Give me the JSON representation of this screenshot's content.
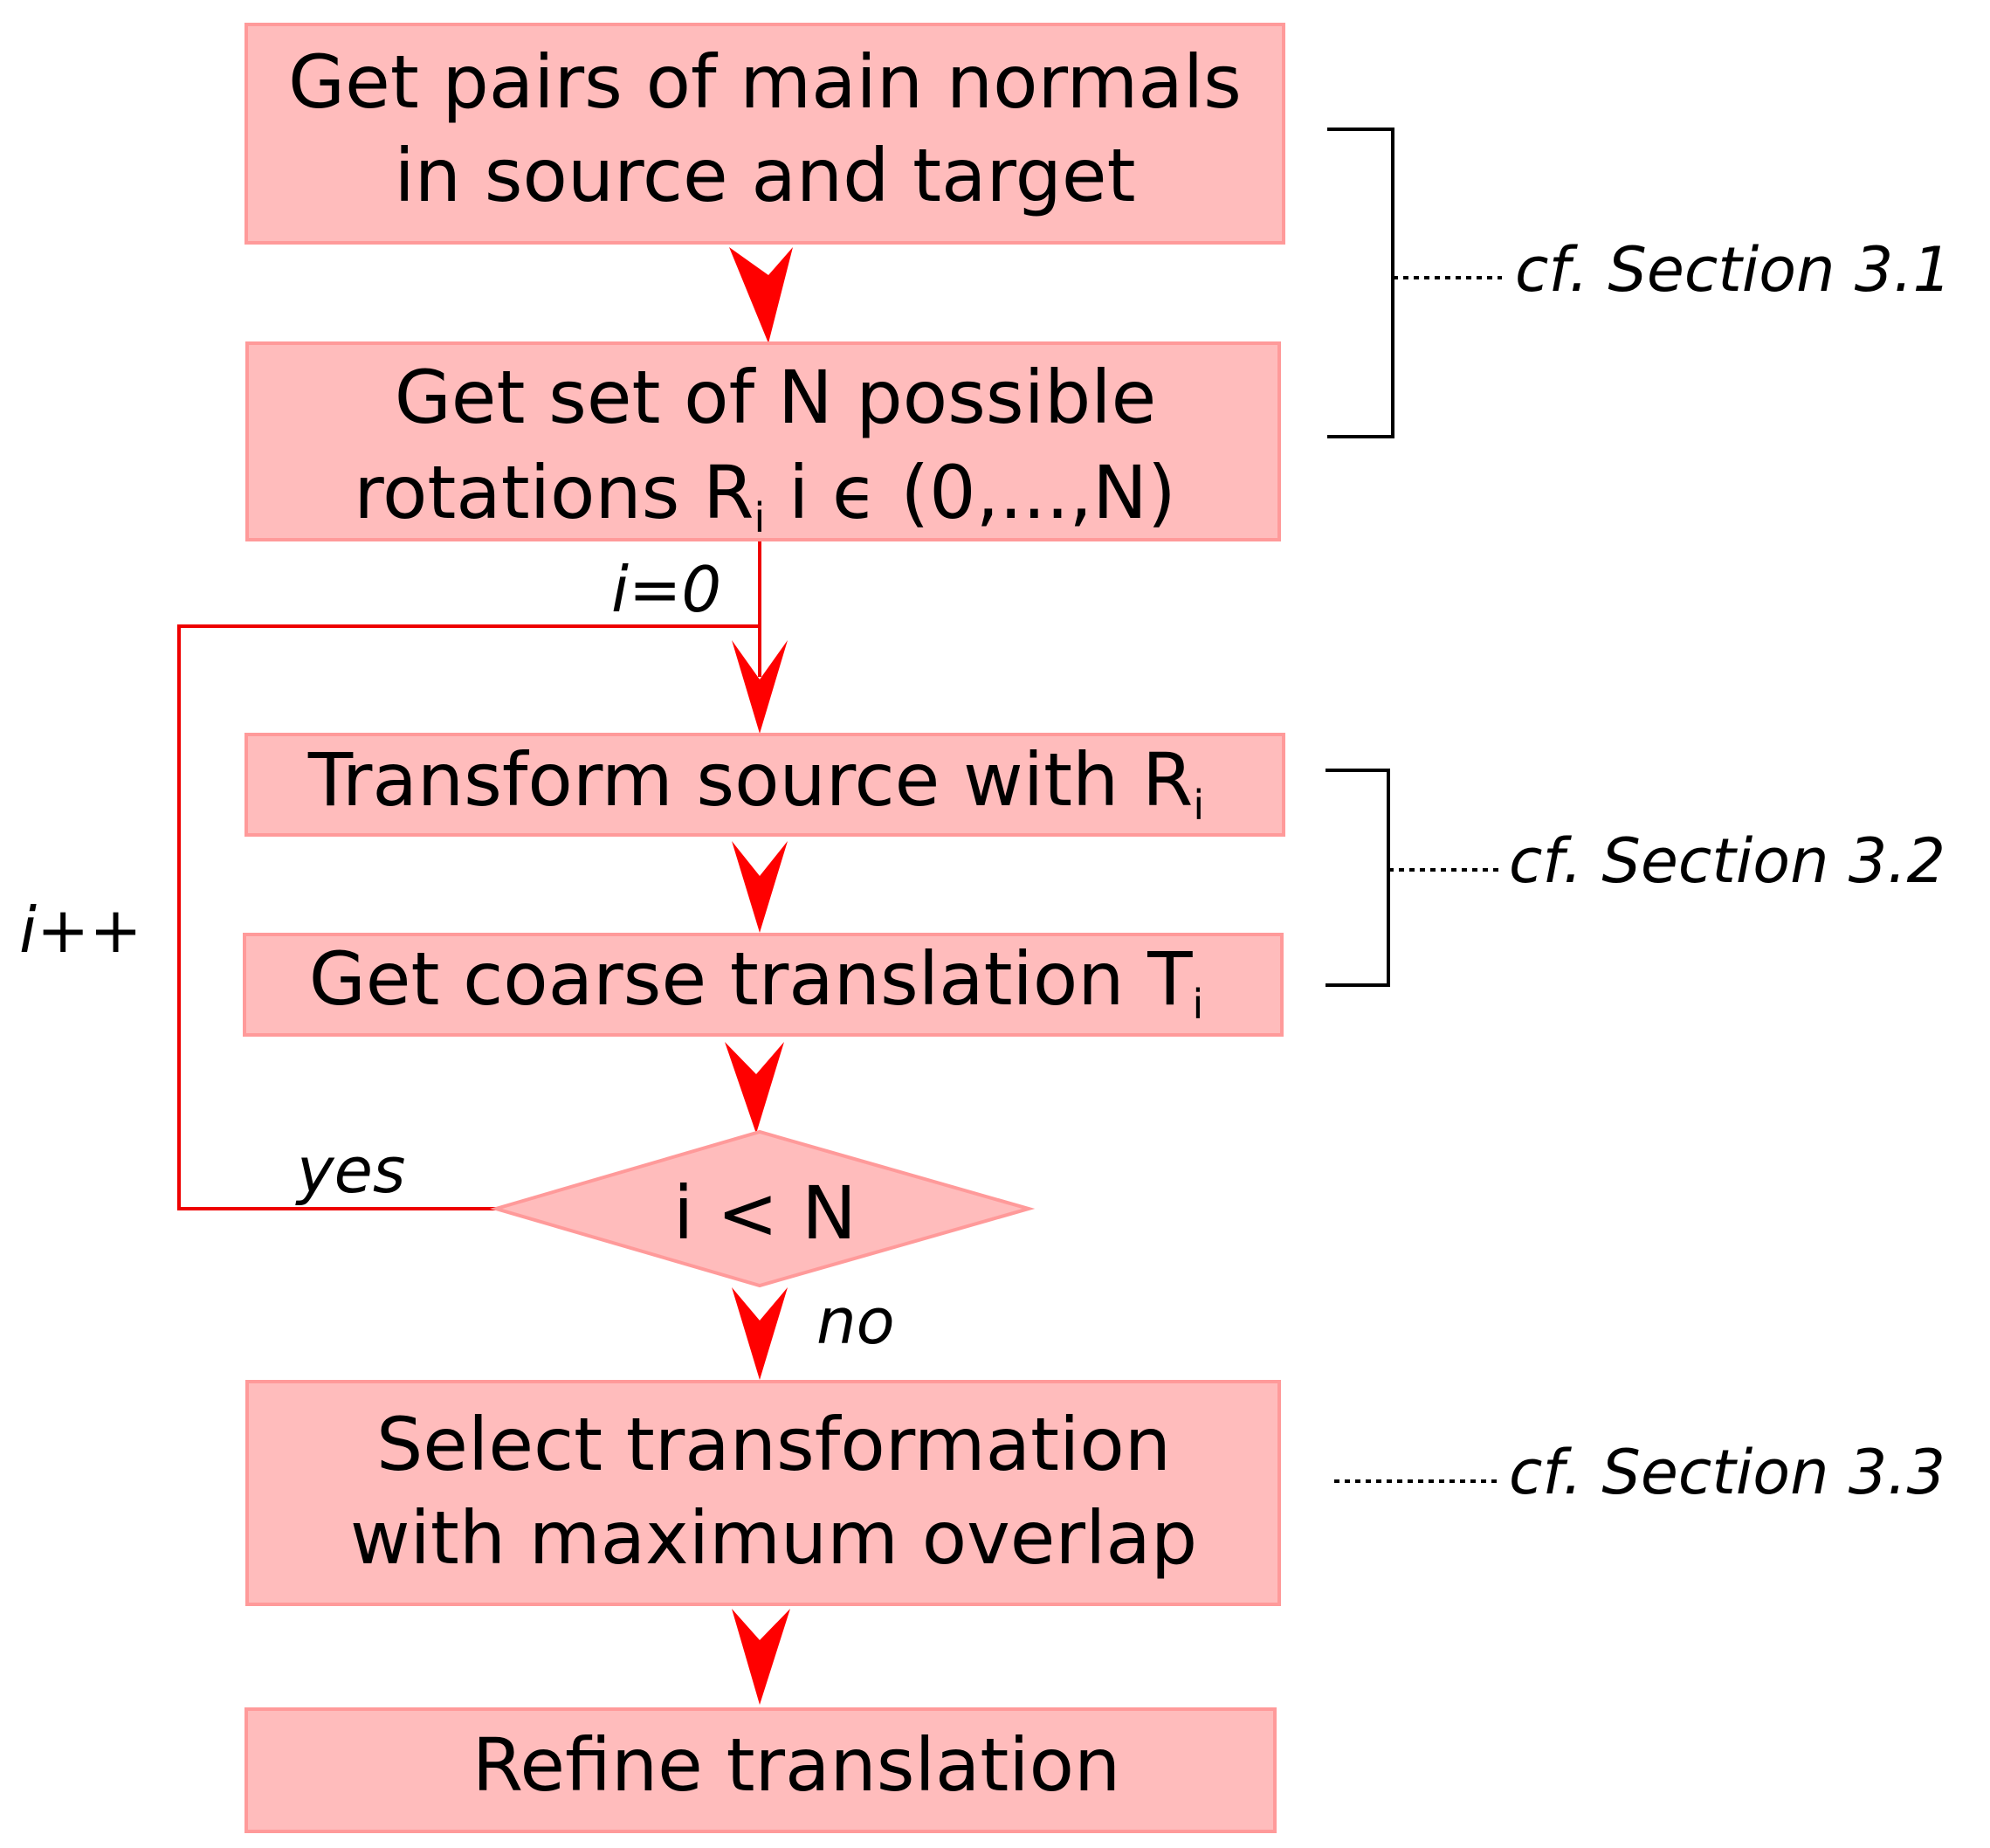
{
  "boxes": {
    "normals": {
      "line1": "Get pairs of main normals",
      "line2": "in source and target"
    },
    "rotations": {
      "line1": "Get set of N possible",
      "line2_main": "rotations R",
      "line2_sub": "i",
      "line2_tail": " i ϵ (0,...,N)"
    },
    "transform": {
      "main": "Transform source with R",
      "sub": "i"
    },
    "coarse": {
      "main": "Get coarse translation T",
      "sub": "i"
    },
    "select": {
      "line1": "Select transformation",
      "line2": "with maximum overlap"
    },
    "refine": {
      "line1": "Refine translation"
    }
  },
  "decision": {
    "label": "i < N"
  },
  "edge_labels": {
    "init": "i=0",
    "increment": "i++",
    "yes": "yes",
    "no": "no"
  },
  "references": {
    "s31": "cf. Section 3.1",
    "s32": "cf. Section 3.2",
    "s33": "cf. Section 3.3"
  },
  "colors": {
    "box_fill": "#ffbcbc",
    "box_stroke": "#ff9a9a",
    "arrow": "#ff0000",
    "loop_line": "#ee0000"
  }
}
